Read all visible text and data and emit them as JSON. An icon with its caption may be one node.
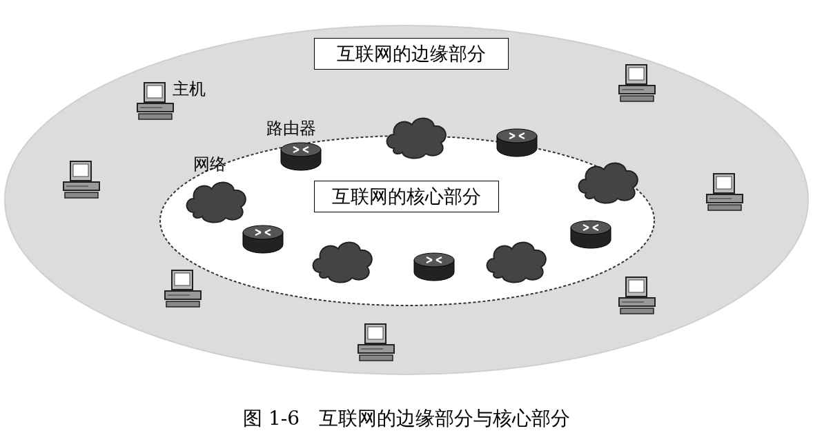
{
  "diagram": {
    "caption": "图 1-6　互联网的边缘部分与核心部分",
    "nodes": [
      {
        "text": [
          "互联网的边缘部分"
        ]
      },
      {
        "text": [
          "互联网的核心部分"
        ],
        "in": 0
      }
    ],
    "edges": [],
    "labels": [
      "主机",
      "路由器",
      "网络"
    ]
  }
}
